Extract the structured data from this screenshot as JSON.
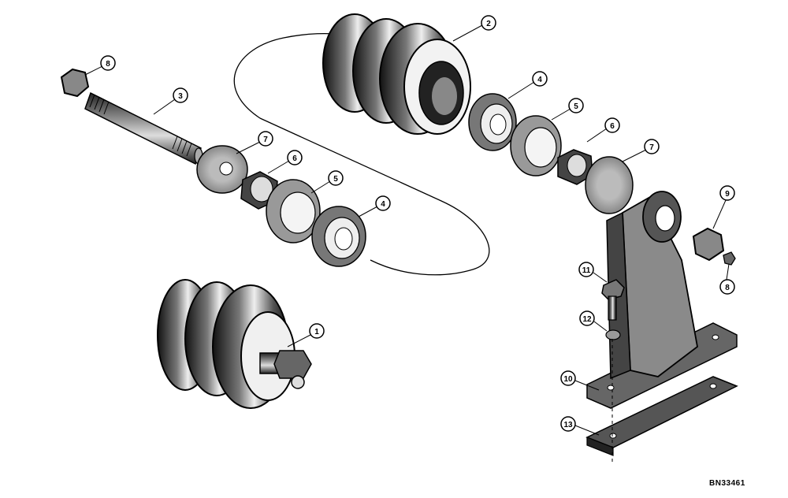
{
  "callouts": {
    "c1": "1",
    "c2": "2",
    "c3": "3",
    "c4a": "4",
    "c4b": "4",
    "c5a": "5",
    "c5b": "5",
    "c6a": "6",
    "c6b": "6",
    "c7a": "7",
    "c7b": "7",
    "c8a": "8",
    "c8b": "8",
    "c9": "9",
    "c10": "10",
    "c11": "11",
    "c12": "12",
    "c13": "13"
  },
  "drawing_code": "BN33461"
}
